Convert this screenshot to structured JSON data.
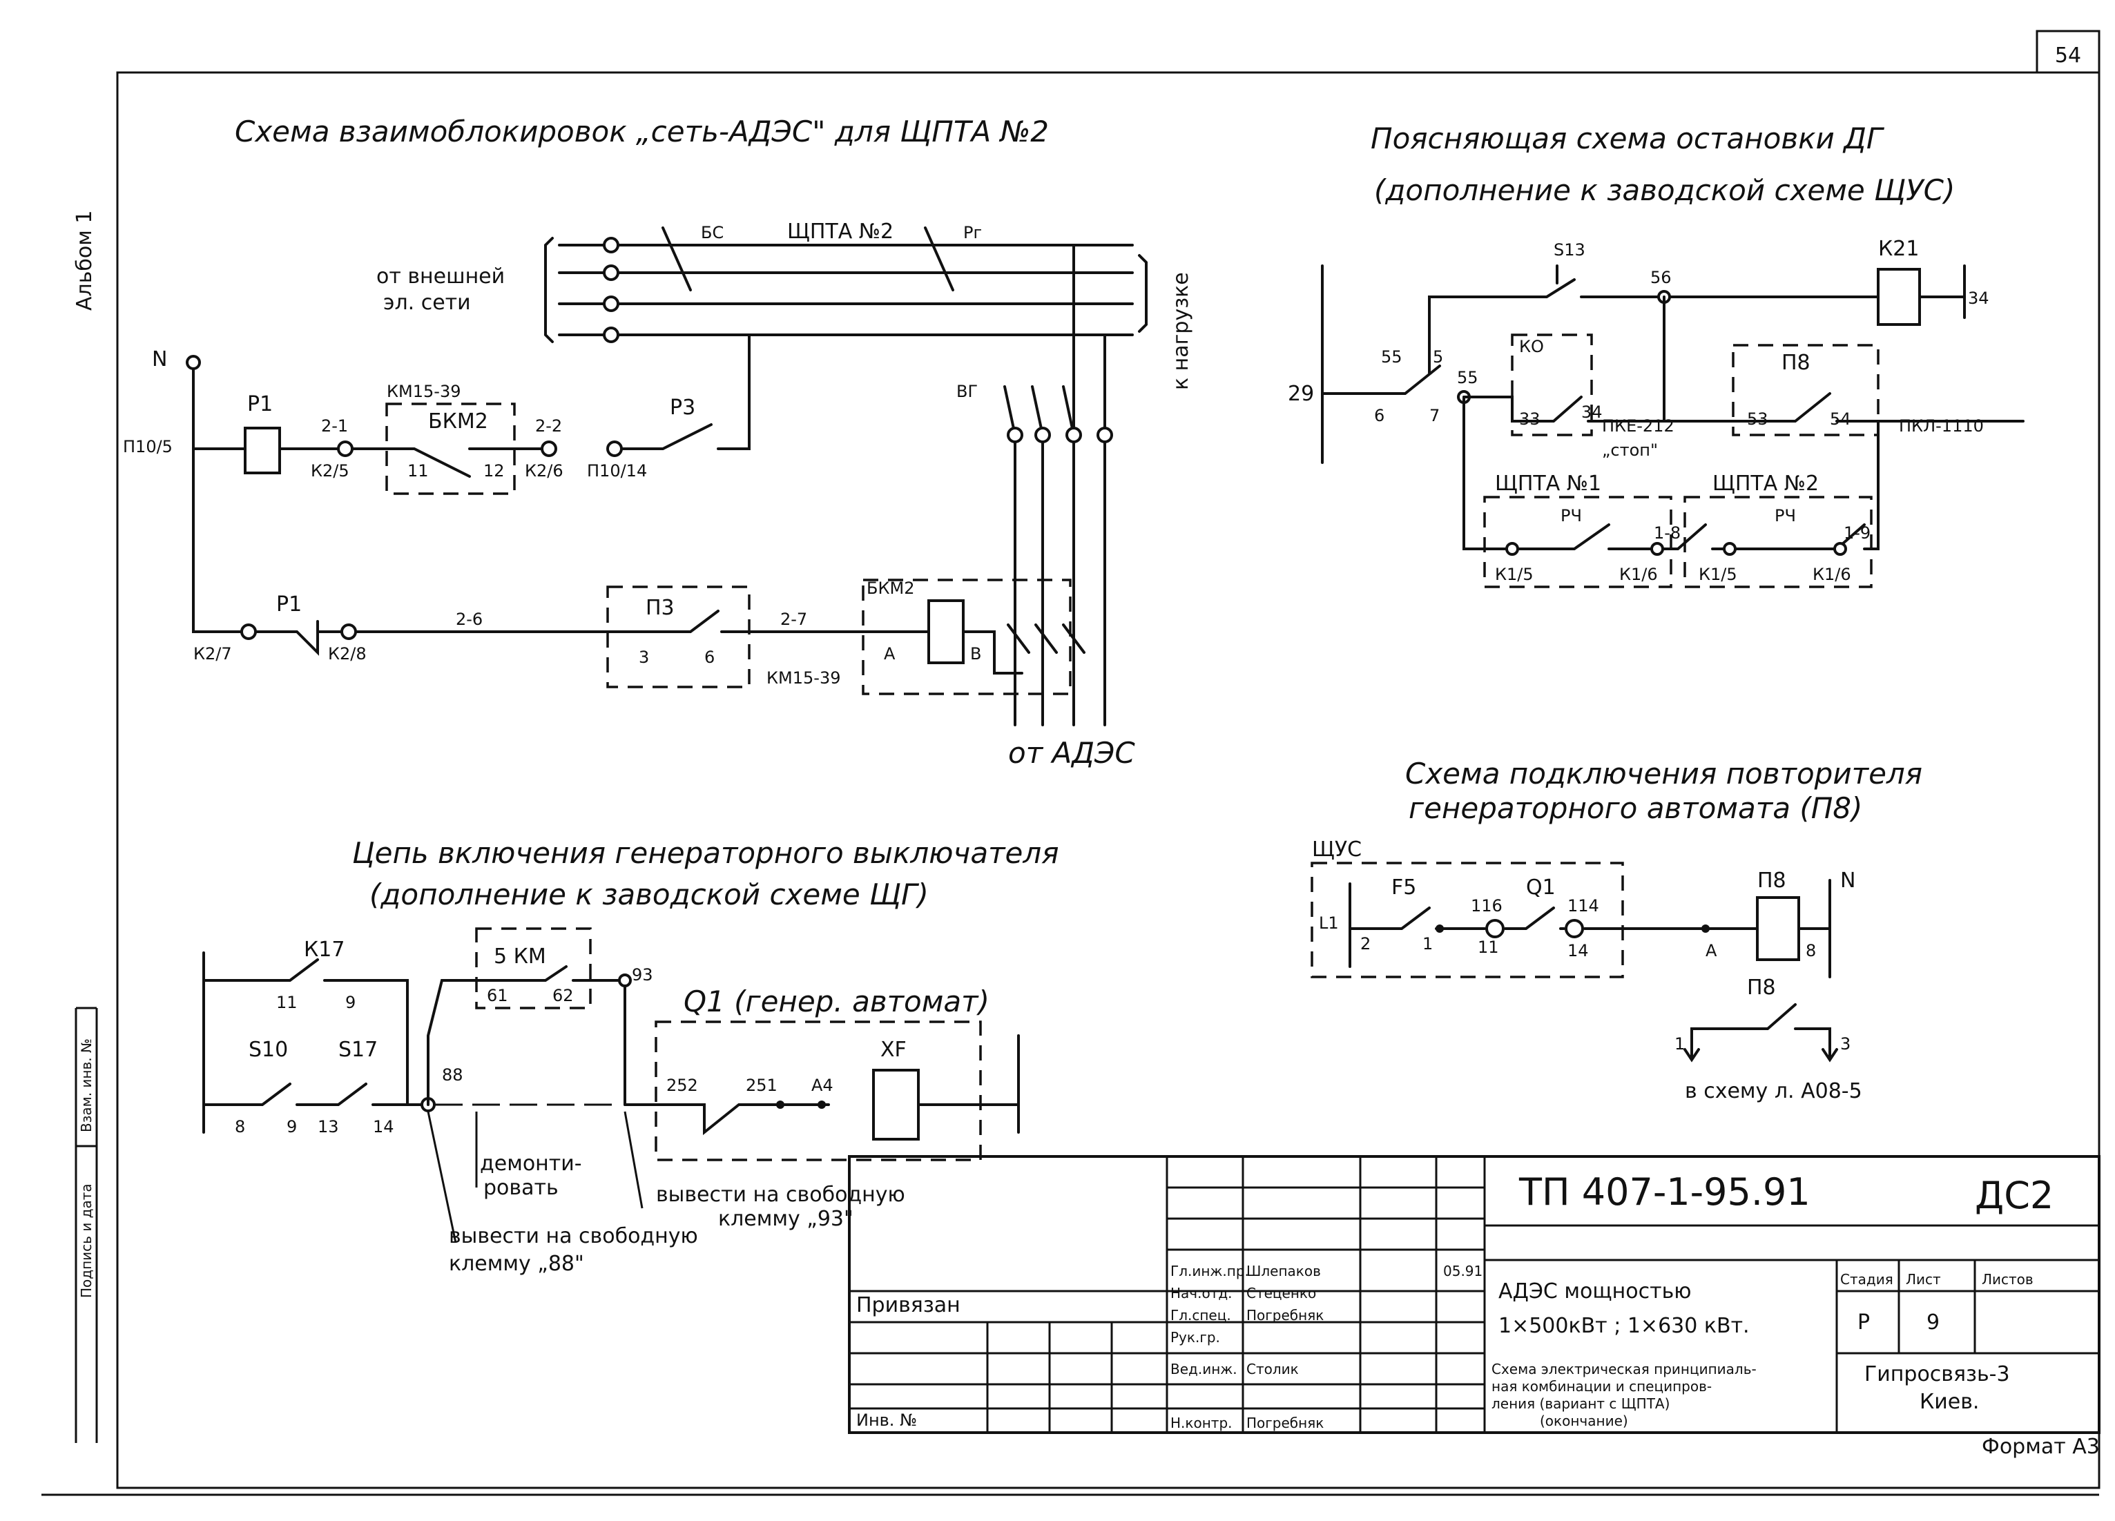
{
  "sheet": {
    "page_number": "54",
    "album_label": "Альбом 1",
    "margin_labels": [
      "Взам. инв. №",
      "Подпись и дата"
    ],
    "format": "Формат А3"
  },
  "interlock": {
    "title": "Схема взаимоблокировок „сеть-АДЭС\" для ЩПТА №2",
    "from_grid": [
      "от внешней",
      "эл. сети"
    ],
    "to_load": "к нагрузке",
    "from_ades": "от АДЭС",
    "labels": {
      "N": "N",
      "pt1": "П10/5",
      "p1": "Р1",
      "k25": "К2/5",
      "w21": "2-1",
      "km": "КМ15-39",
      "bkm2_box": "БКМ2",
      "c11": "11",
      "c12": "12",
      "w22": "2-2",
      "k26": "К2/6",
      "pt2": "П10/14",
      "p3": "Р3",
      "bs": "БС",
      "shpta": "ЩПТА №2",
      "pg": "Рг",
      "vg": "ВГ",
      "p1b": "Р1",
      "k27": "К2/7",
      "k28": "К2/8",
      "w26": "2-6",
      "p3b": "П3",
      "c3": "3",
      "c6": "6",
      "w27": "2-7",
      "bkm2b": "БКМ2",
      "a": "А",
      "b": "В",
      "km2": "КМ15-39"
    }
  },
  "stop": {
    "title_1": "Поясняющая схема остановки ДГ",
    "title_2": "(дополнение к заводской схеме ЩУС)",
    "labels": {
      "s13": "S13",
      "k21": "К21",
      "n34": "34",
      "n56": "56",
      "n29": "29",
      "n55": "55",
      "n5": "5",
      "n6": "6",
      "n7": "7",
      "n55b": "55",
      "ko": "КО",
      "n33": "33",
      "n34b": "34",
      "pke": "ПКЕ-212",
      "stop": "„стоп\"",
      "p8": "П8",
      "n53": "53",
      "n54": "54",
      "pkl": "ПКЛ-1110",
      "shpta1": "ЩПТА №1",
      "shpta2": "ЩПТА №2",
      "rch1": "РЧ",
      "rch2": "РЧ",
      "t18": "1-8",
      "t19": "1-9",
      "k15a": "К1/5",
      "k16a": "К1/6",
      "k15b": "К1/5",
      "k16b": "К1/6"
    }
  },
  "generator": {
    "title_1": "Цепь включения генераторного выключателя",
    "title_2": "(дополнение к заводской схеме ЩГ)",
    "labels": {
      "k17": "К17",
      "n11": "11",
      "n9": "9",
      "s10": "S10",
      "s17": "S17",
      "n8": "8",
      "n9b": "9",
      "n13": "13",
      "n14": "14",
      "km5": "5 КМ",
      "c61": "61",
      "c62": "62",
      "n93": "93",
      "n88": "88",
      "q1": "Q1 (генер. автомат)",
      "a252": "252",
      "a251": "251",
      "a4": "А4",
      "xf": "XF",
      "demount_1": "демонти-",
      "demount_2": "ровать",
      "out93_1": "вывести на свободную",
      "out93_2": "клемму „93\"",
      "out88_1": "вывести на свободную",
      "out88_2": "клемму „88\""
    }
  },
  "repeater": {
    "title_1": "Схема подключения повторителя",
    "title_2": "генераторного автомата (П8)",
    "labels": {
      "shus": "ЩУС",
      "l1": "L1",
      "f5": "F5",
      "n2": "2",
      "n1": "1",
      "n116": "116",
      "n11": "11",
      "q1": "Q1",
      "n114": "114",
      "n14": "14",
      "p8": "П8",
      "a": "А",
      "b": "8",
      "N": "N",
      "p8b": "П8",
      "n1b": "1",
      "n3": "3",
      "scheme": "в схему л. А08-5"
    }
  },
  "title_block": {
    "doc_code": "ТП 407-1-95.91",
    "doc_mark": "ДС2",
    "attached": "Привязан",
    "inv": "Инв. №",
    "object_1": "АДЭС мощностью",
    "object_2": "1×500кВт ; 1×630 кВт.",
    "sheet_title": [
      "Схема электрическая принципиаль-",
      "ная комбинации и специпров-",
      "ления (вариант с ЩПТА)",
      "(окончание)"
    ],
    "stage_header": "Стадия",
    "sheet_header": "Лист",
    "sheets_header": "Листов",
    "stage": "Р",
    "sheet": "9",
    "org_1": "Гипросвязь-3",
    "org_2": "Киев.",
    "roles": [
      "Гл.инж.пр.",
      "Нач.отд.",
      "Гл.спец.",
      "Рук.гр.",
      "Вед.инж.",
      "Н.контр."
    ],
    "names": [
      "Шлепаков",
      "Стеценко",
      "Погребняк",
      "",
      "Столик",
      "Погребняк"
    ],
    "date": "05.91"
  }
}
